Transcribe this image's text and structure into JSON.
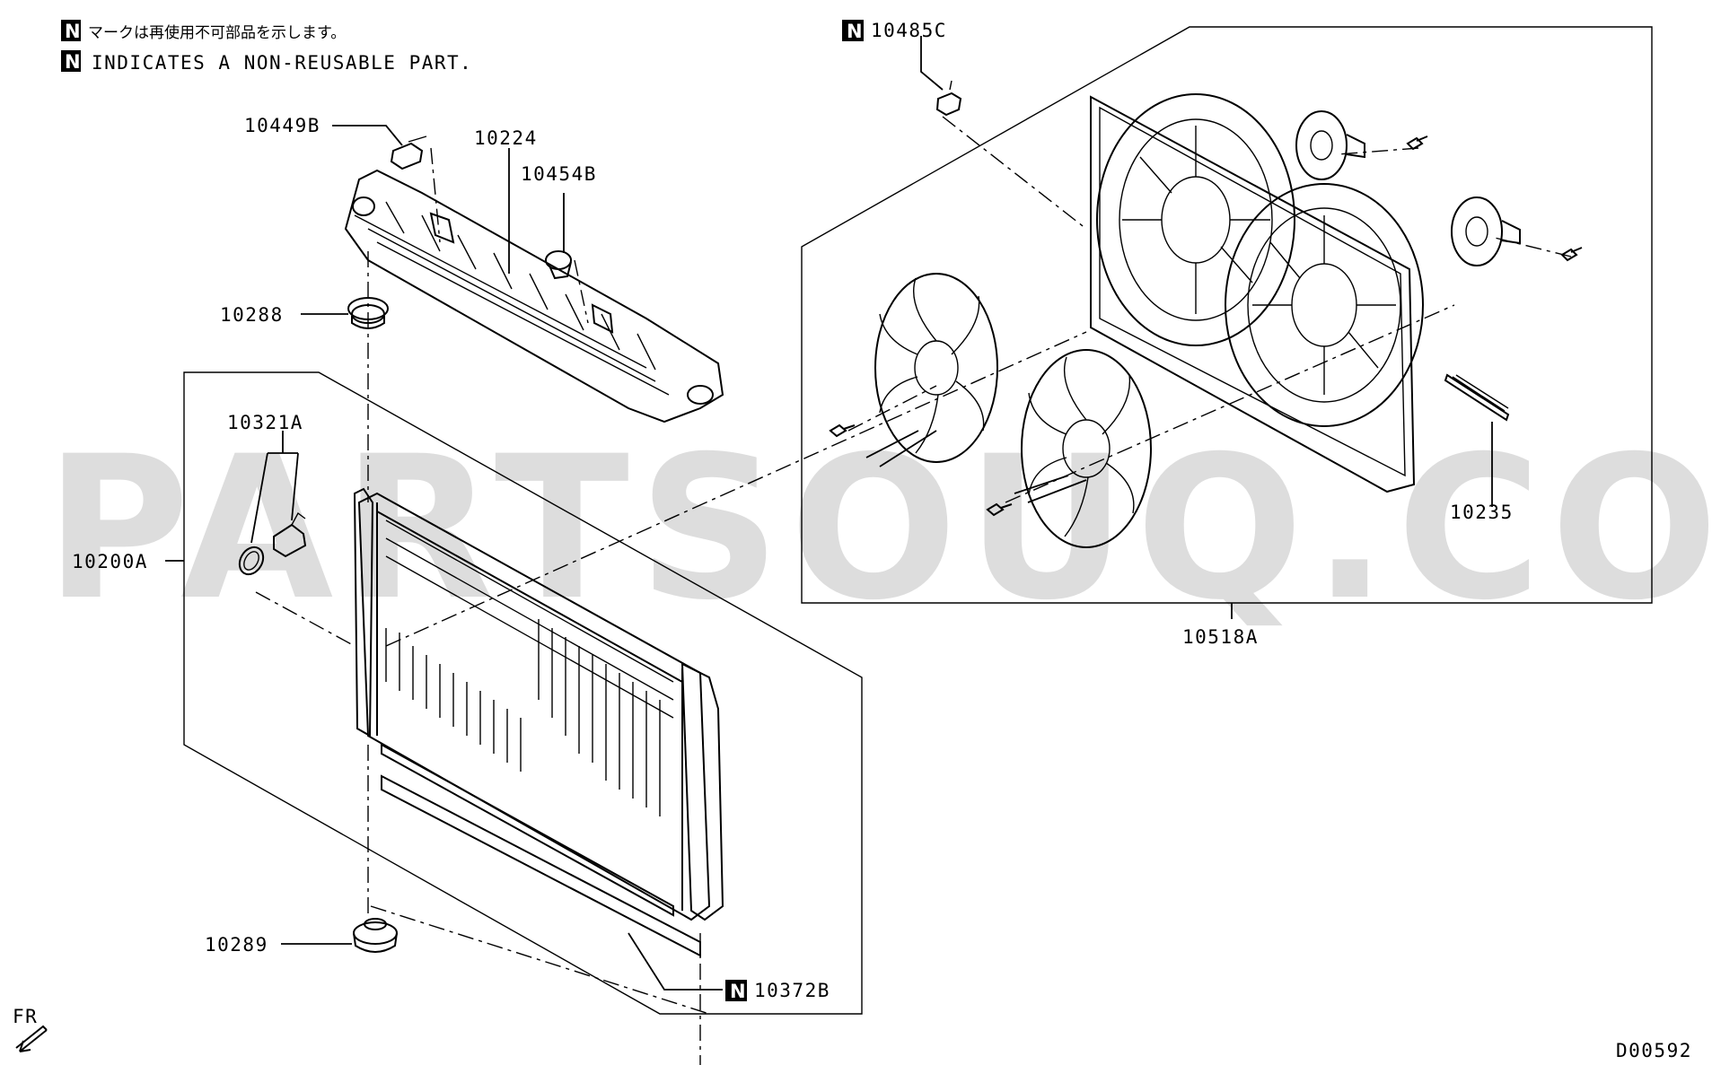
{
  "notes": {
    "n_symbol": "N",
    "japanese": "マークは再使用不可部品を示します。",
    "english": "INDICATES A NON-REUSABLE PART."
  },
  "parts": {
    "p10449B": "10449B",
    "p10224": "10224",
    "p10454B": "10454B",
    "p10288": "10288",
    "p10321A": "10321A",
    "p10200A": "10200A",
    "p10289": "10289",
    "p10372B": "10372B",
    "p10485C": "10485C",
    "p10235": "10235",
    "p10518A": "10518A"
  },
  "direction": "FR",
  "diagram_code": "D00592",
  "watermark": "PARTSOUQ.COM"
}
